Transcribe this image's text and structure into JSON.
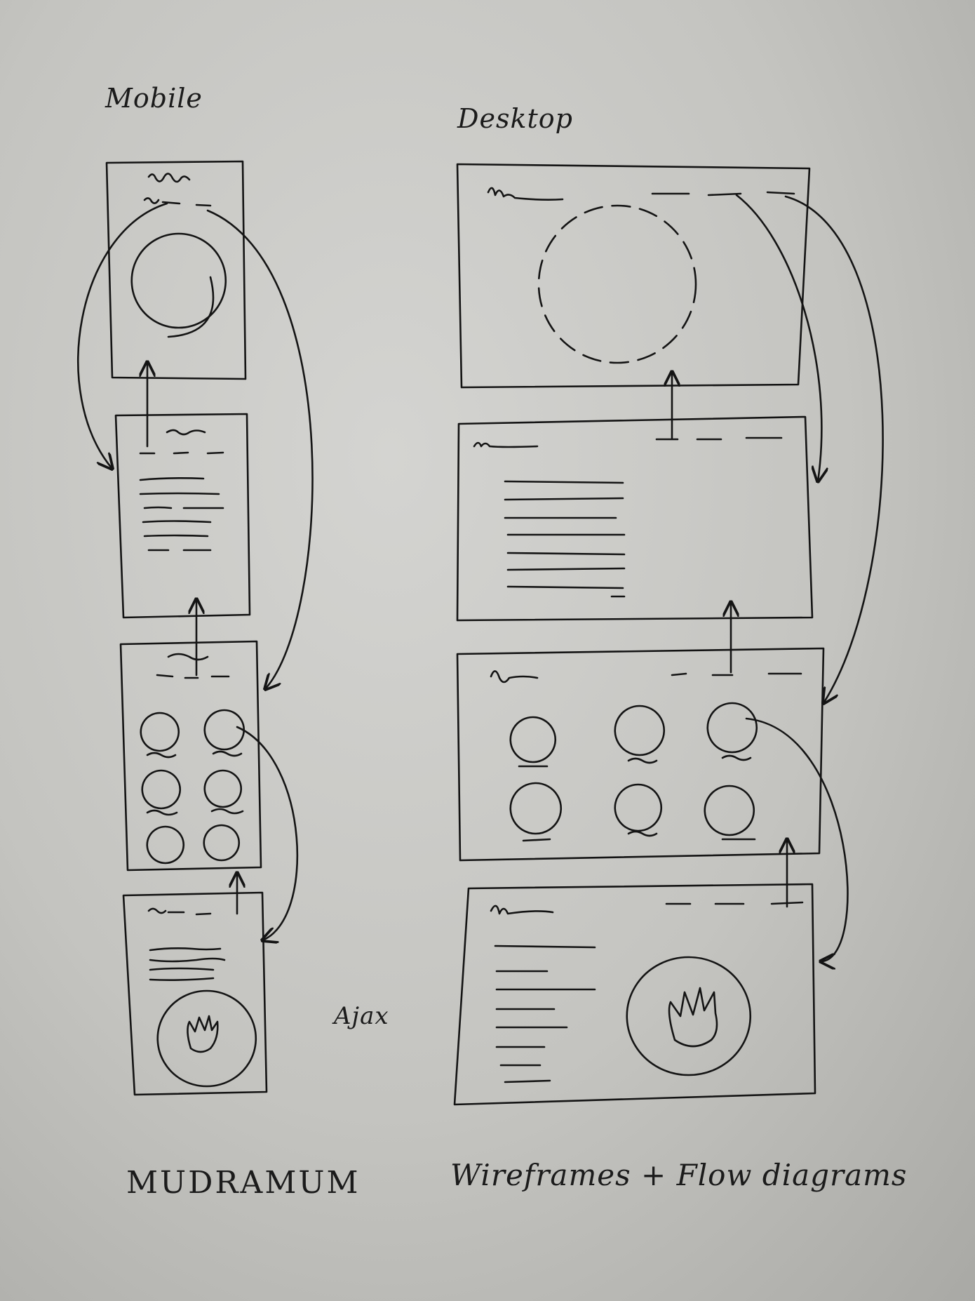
{
  "labels": {
    "mobile": "Mobile",
    "desktop": "Desktop",
    "ajax": "Ajax",
    "app_name": "MUDRAMUM",
    "caption": "Wireframes + Flow diagrams"
  }
}
